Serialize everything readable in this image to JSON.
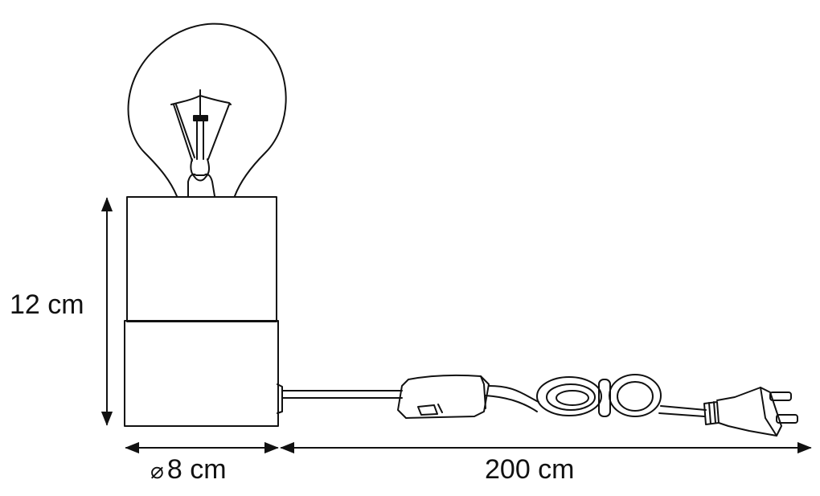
{
  "figure": {
    "subject": "Table lamp with bulb, cord switch, and plug",
    "stroke_color": "#111111",
    "background_color": "#ffffff"
  },
  "dimensions": {
    "height": {
      "value": "12 cm",
      "orientation": "vertical"
    },
    "diameter": {
      "symbol": "⌀",
      "value": "8 cm",
      "orientation": "horizontal"
    },
    "cord_length": {
      "value": "200 cm",
      "orientation": "horizontal"
    }
  },
  "parts": [
    "bulb-icon",
    "lamp-socket",
    "lamp-base",
    "cord",
    "inline-switch",
    "cable-tie",
    "plug"
  ]
}
